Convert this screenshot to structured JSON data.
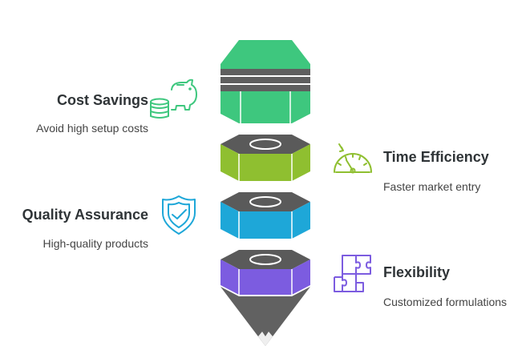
{
  "items": [
    {
      "title": "Cost Savings",
      "description": "Avoid high setup costs",
      "icon": "piggy-bank-coins-icon",
      "color": "#3ec77e"
    },
    {
      "title": "Time Efficiency",
      "description": "Faster market entry",
      "icon": "speedometer-icon",
      "color": "#8fbf30"
    },
    {
      "title": "Quality Assurance",
      "description": "High-quality products",
      "icon": "shield-check-icon",
      "color": "#1ea7d8"
    },
    {
      "title": "Flexibility",
      "description": "Customized formulations",
      "icon": "puzzle-pieces-icon",
      "color": "#7c5ce0"
    }
  ],
  "colors": {
    "body": "#616161",
    "top_gray": "#555555"
  }
}
